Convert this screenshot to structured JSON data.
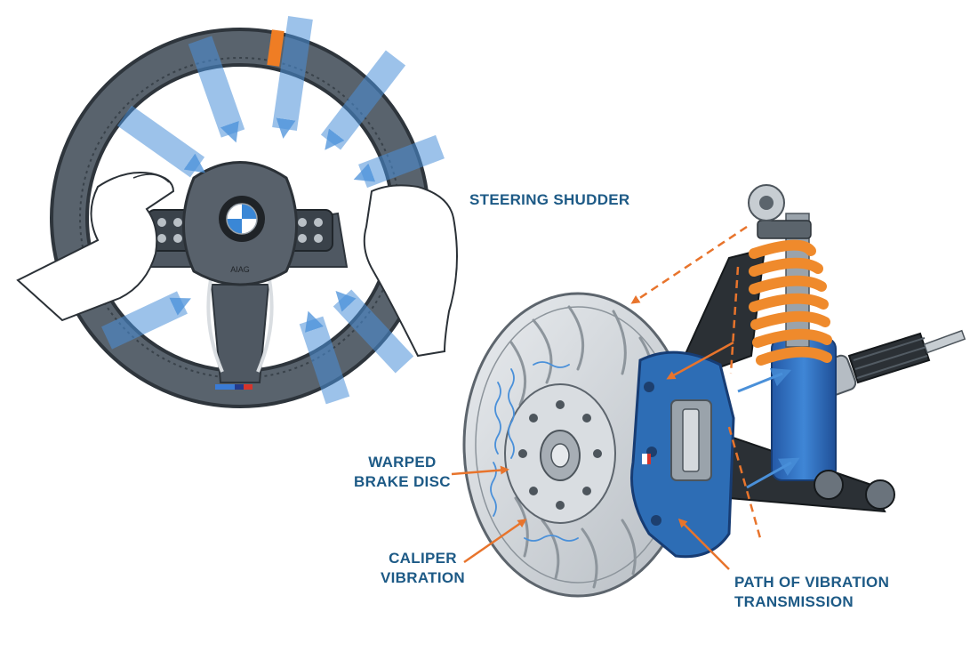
{
  "colors": {
    "label_text": "#1d5a86",
    "vibration_arrow": "#e8742c",
    "force_arrow": "#4a90d9",
    "caliper": "#2d6db5",
    "spring": "#ef8a2c",
    "wheel_grip": "#4b545e",
    "disc": "#c9ced3"
  },
  "icons": {
    "steering_wheel": "steering-wheel-icon",
    "badge": "bmw-roundel-icon",
    "brake_disc": "brake-disc-icon",
    "caliper": "brake-caliper-icon",
    "spring": "coil-spring-icon"
  },
  "steering": {
    "hub_text": "AIAG",
    "label": "STEERING SHUDDER"
  },
  "labels": {
    "warped_disc": [
      "WARPED",
      "BRAKE DISC"
    ],
    "caliper_vibration": [
      "CALIPER",
      "VIBRATION"
    ],
    "vibration_path": [
      "PATH OF VIBRATION",
      "TRANSMISSION"
    ]
  }
}
